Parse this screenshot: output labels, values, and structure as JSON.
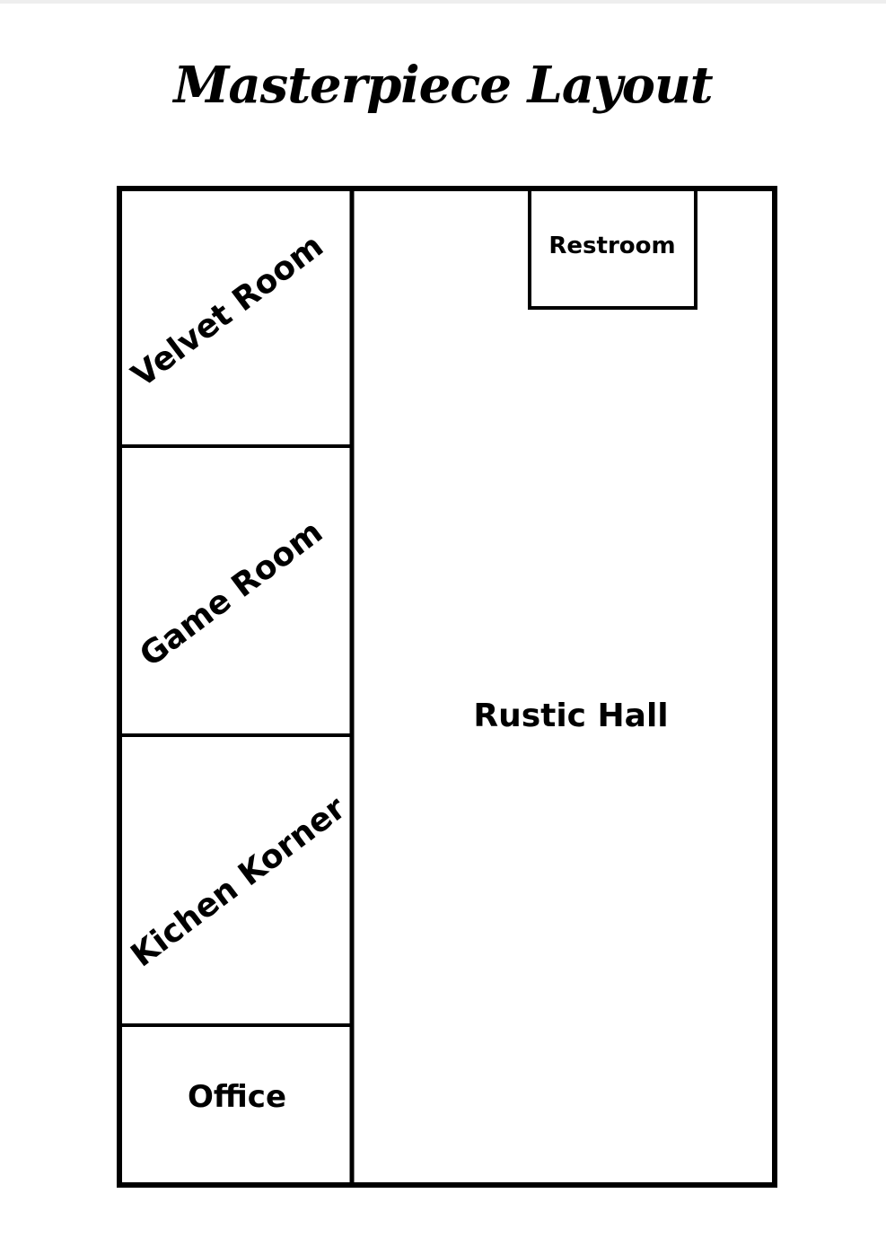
{
  "title": "Masterpiece Layout",
  "rooms": {
    "velvet_room": "Velvet Room",
    "game_room": "Game Room",
    "kitchen_korner": "Kichen Korner",
    "office": "Office",
    "rustic_hall": "Rustic Hall",
    "restroom": "Restroom"
  },
  "colors": {
    "walls": "#000000",
    "background": "#ffffff"
  }
}
